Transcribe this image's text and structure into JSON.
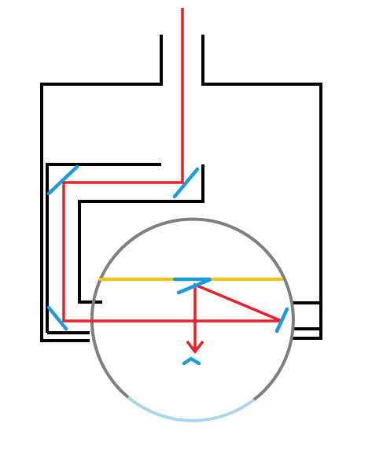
{
  "diagram": {
    "colors": {
      "background": "#ffffff",
      "walls": "#000000",
      "beam": "#e8202a",
      "mirrors": "#1a9be0",
      "screen": "#ffc000",
      "circle": "#7f7f7f",
      "circle_window": "#a9d6ea"
    },
    "components": [
      "outer-housing",
      "inner-channel",
      "circular-chamber",
      "horizontal-bar",
      "mirrors",
      "beam-path",
      "arrowhead",
      "detector-mark"
    ]
  }
}
